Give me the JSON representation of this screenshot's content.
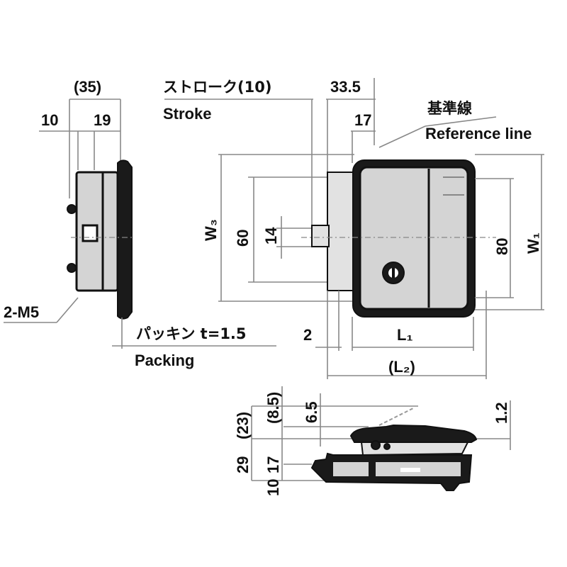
{
  "side_view": {
    "overall_width": "(35)",
    "dim_left": "10",
    "dim_right": "19",
    "screw_label": "2-M5",
    "packing_jp": "パッキン t=1.5",
    "packing_en": "Packing"
  },
  "front_view": {
    "stroke_jp": "ストローク(10)",
    "stroke_en": "Stroke",
    "dim_33_5": "33.5",
    "dim_17": "17",
    "reference_jp": "基準線",
    "reference_en": "Reference line",
    "w3": "W₃",
    "dim_60": "60",
    "dim_14": "14",
    "dim_80": "80",
    "w1": "W₁",
    "dim_2": "2",
    "l1": "L₁",
    "l2": "(L₂)"
  },
  "bottom_view": {
    "dim_8_5": "(8.5)",
    "dim_6_5": "6.5",
    "dim_1_2": "1.2",
    "dim_29": "29",
    "dim_23": "(23)",
    "dim_10": "10",
    "dim_17": "17"
  }
}
